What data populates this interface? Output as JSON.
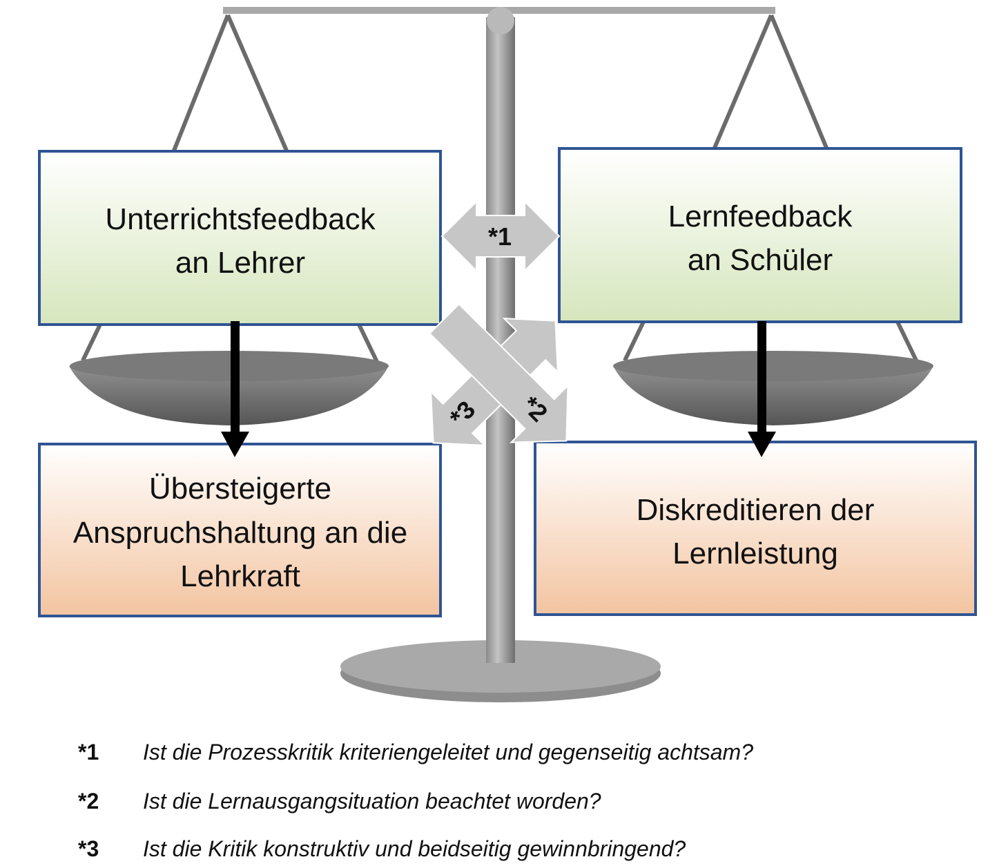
{
  "boxes": {
    "teacher_feedback": {
      "line1": "Unterrichtsfeedback",
      "line2": "an Lehrer"
    },
    "student_feedback": {
      "line1": "Lernfeedback",
      "line2": "an Schüler"
    },
    "excessive_demands": {
      "line1": "Übersteigerte",
      "line2": "Anspruchshaltung an die",
      "line3": "Lehrkraft"
    },
    "discrediting": {
      "line1": "Diskreditieren der",
      "line2": "Lernleistung"
    }
  },
  "arrows": {
    "a1": "*1",
    "a2": "*2",
    "a3": "*3"
  },
  "footnotes": [
    {
      "label": "*1",
      "text": "Ist die Prozesskritik kriteriengeleitet und gegenseitig achtsam?"
    },
    {
      "label": "*2",
      "text": "Ist die Lernausgangsituation beachtet worden?"
    },
    {
      "label": "*3",
      "text": "Ist die Kritik konstruktiv und beidseitig gewinnbringend?"
    }
  ],
  "colors": {
    "border": "#2f5493",
    "green": "#d6e6bd",
    "peach": "#f3c4a0",
    "arrow_gray": "#c6c6c6"
  }
}
